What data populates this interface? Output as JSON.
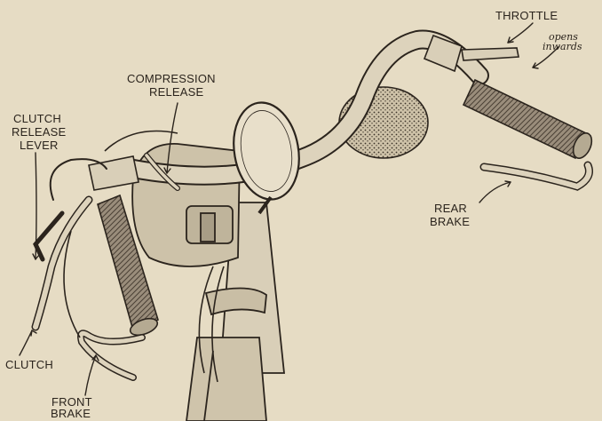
{
  "palette": {
    "paper": "#e6dcc4",
    "ink": "#2b241d",
    "metal": "#d9cfb8",
    "grip": "#8a7d6c",
    "shadow": "#6e6354"
  },
  "labels": {
    "throttle": "THROTTLE",
    "opens_line1": "opens",
    "opens_line2": "inwards",
    "compression_line1": "COMPRESSION",
    "compression_line2": "RELEASE",
    "clutch_release_line1": "CLUTCH",
    "clutch_release_line2": "RELEASE",
    "clutch_release_line3": "LEVER",
    "rear_brake_line1": "REAR",
    "rear_brake_line2": "BRAKE",
    "clutch": "CLUTCH",
    "front_brake_line1": "FRONT",
    "front_brake_line2": "BRAKE"
  }
}
